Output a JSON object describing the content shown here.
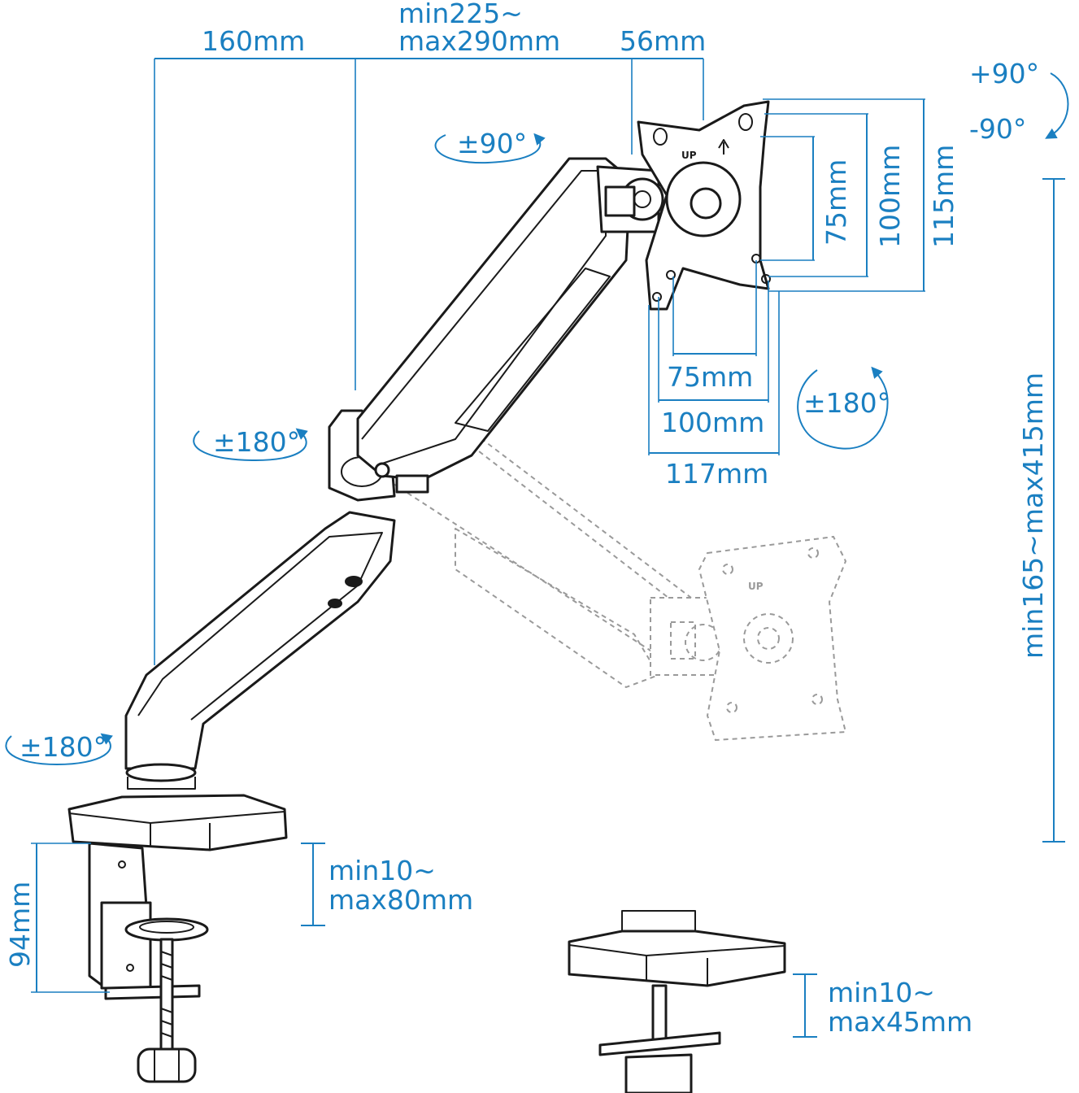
{
  "colors": {
    "dimension": "#1a7fc1",
    "drawing": "#1a1a1a",
    "ghost": "#9a9a9a"
  },
  "plate_label": "UP",
  "dimensions": {
    "arm_first": "160mm",
    "arm_reach_min": "min225~",
    "arm_reach_max": "max290mm",
    "offset": "56mm",
    "vesa_small_h": "75mm",
    "vesa_large_h": "100mm",
    "plate_height": "115mm",
    "vesa_small_w": "75mm",
    "vesa_large_w": "100mm",
    "plate_width": "117mm",
    "height_range": "min165~max415mm",
    "clamp_height": "94mm",
    "clamp_desk_min": "min10~",
    "clamp_desk_max": "max80mm",
    "grommet_desk_min": "min10~",
    "grommet_desk_max": "max45mm"
  },
  "rotations": {
    "tilt_up": "+90°",
    "tilt_down": "-90°",
    "swivel_head": "±90°",
    "rotate_plate": "±180°",
    "swivel_elbow": "±180°",
    "swivel_base": "±180°"
  }
}
